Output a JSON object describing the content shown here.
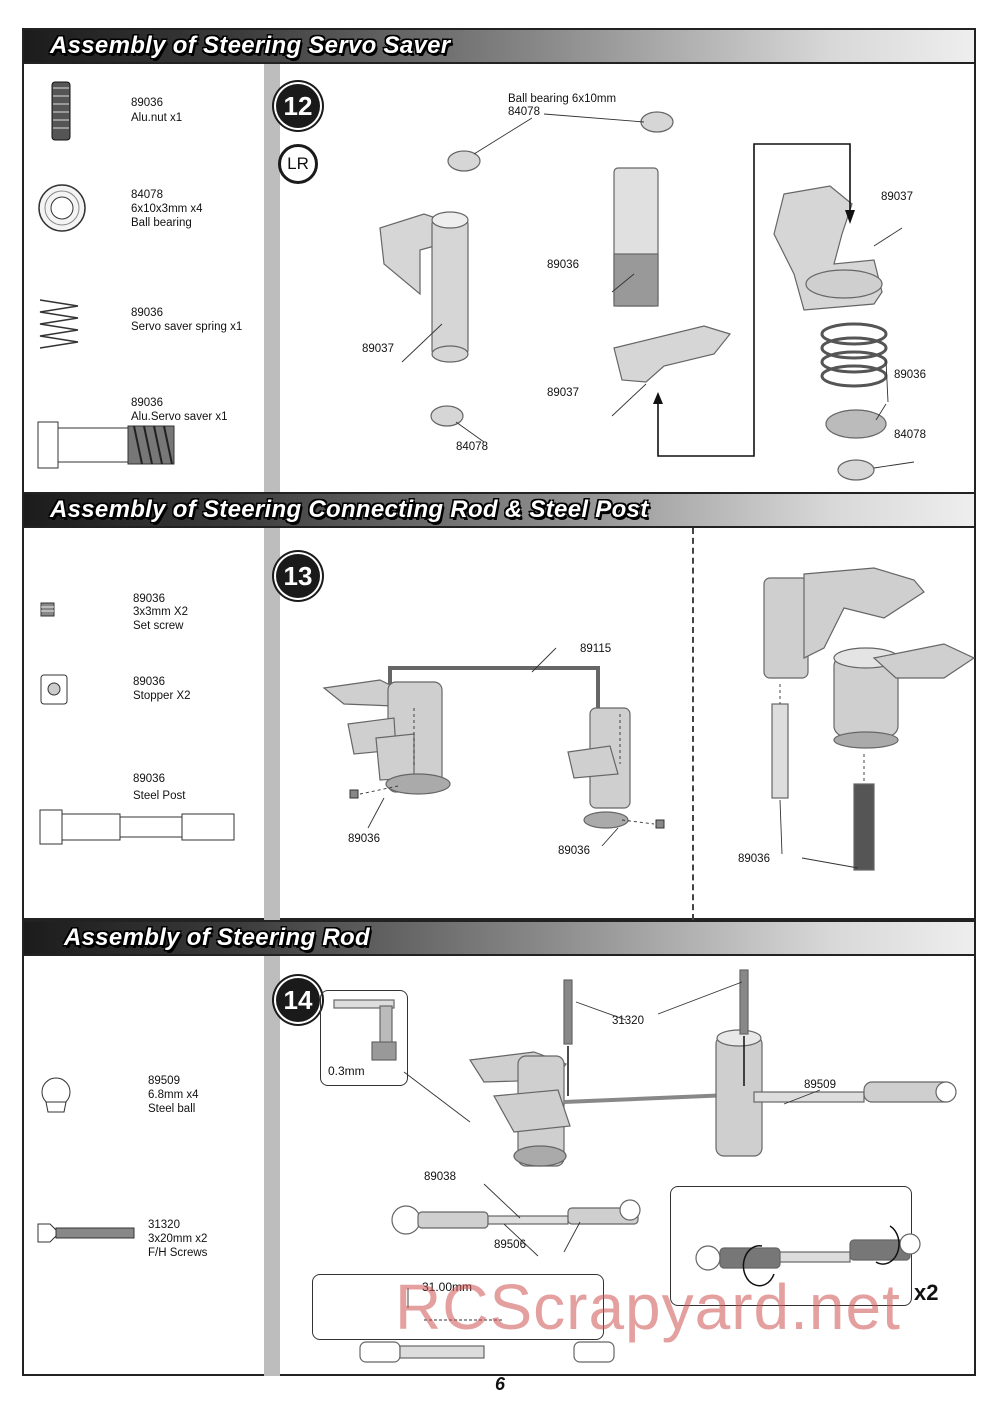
{
  "sections": [
    {
      "title": "Assembly of Steering Servo Saver",
      "parts_list": [
        {
          "code": "89036",
          "desc": "Alu.nut x1"
        },
        {
          "code": "84078",
          "desc": "6x10x3mm x4\nBall bearing"
        },
        {
          "code": "89036",
          "desc": "Servo saver spring x1"
        },
        {
          "code": "89036",
          "desc": "Alu.Servo saver x1"
        }
      ],
      "step": "12",
      "lr_badge": "LR",
      "callouts": {
        "bearing_top_title": "Ball bearing 6x10mm",
        "bearing_top_code": "84078",
        "arm_left": "89037",
        "bearing_bottom": "84078",
        "sleeve": "89036",
        "horn": "89037",
        "saver_right": "89037",
        "spring": "89036",
        "bearing_right": "84078"
      }
    },
    {
      "title": "Assembly of Steering Connecting Rod  & Steel Post",
      "parts_list": [
        {
          "code": "89036",
          "desc": "3x3mm X2\nSet screw"
        },
        {
          "code": "89036",
          "desc": "Stopper X2"
        },
        {
          "code": "89036",
          "desc": "Steel Post"
        }
      ],
      "step": "13",
      "callouts": {
        "rod": "89115",
        "screw_left": "89036",
        "screw_right": "89036",
        "post": "89036"
      }
    },
    {
      "title": "Assembly of Steering Rod",
      "parts_list": [
        {
          "code": "89509",
          "desc": "6.8mm x4\nSteel ball"
        },
        {
          "code": "31320",
          "desc": "3x20mm x2\nF/H Screws"
        }
      ],
      "step": "14",
      "callouts": {
        "gap": "0.3mm",
        "screws": "31320",
        "ball": "89509",
        "rod_end": "89038",
        "turnbuckle": "89506",
        "length": "31.00mm",
        "quantity": "x2"
      }
    }
  ],
  "page_number": "6",
  "watermark": "RCScrapyard.net"
}
